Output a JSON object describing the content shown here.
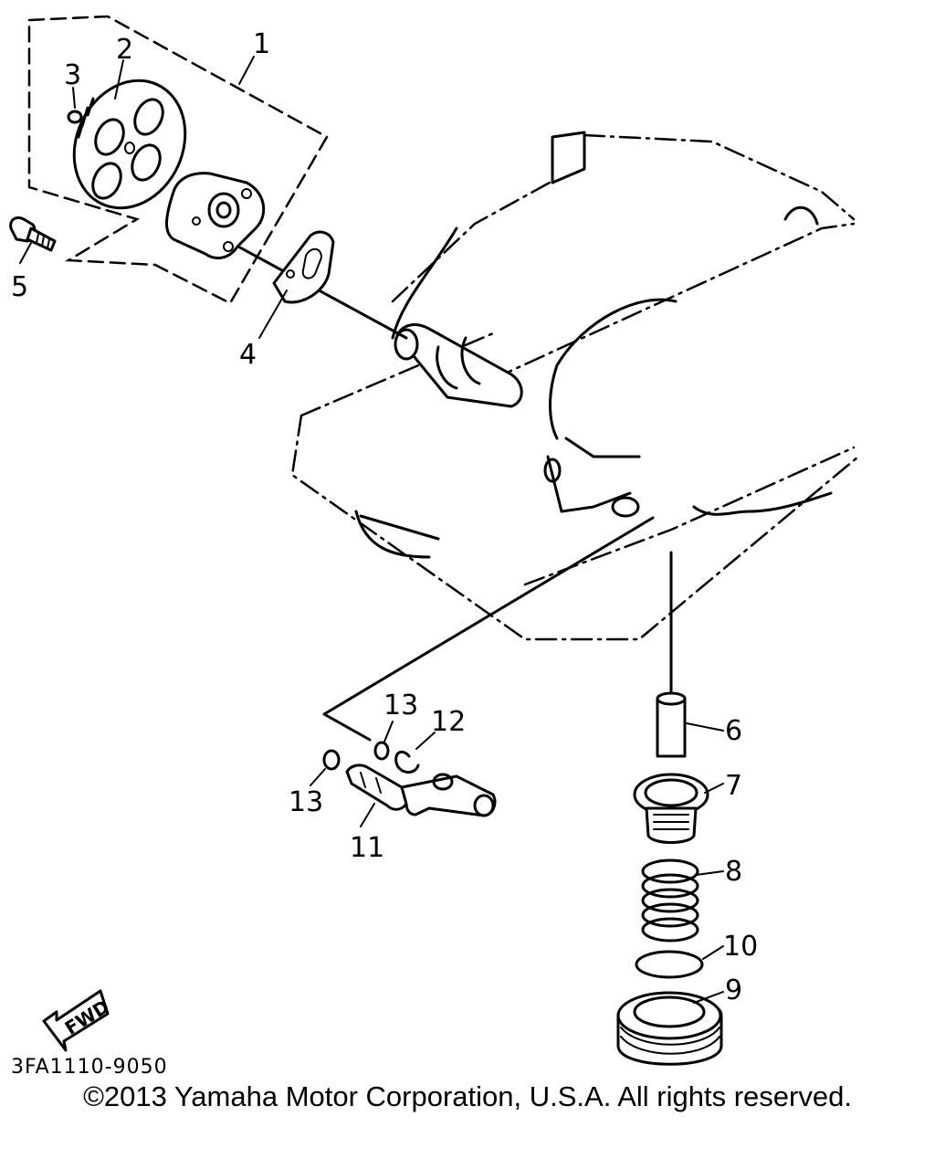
{
  "diagram": {
    "callouts": [
      {
        "id": "1",
        "label": "1"
      },
      {
        "id": "2",
        "label": "2"
      },
      {
        "id": "3",
        "label": "3"
      },
      {
        "id": "4",
        "label": "4"
      },
      {
        "id": "5",
        "label": "5"
      },
      {
        "id": "6",
        "label": "6"
      },
      {
        "id": "7",
        "label": "7"
      },
      {
        "id": "8",
        "label": "8"
      },
      {
        "id": "9",
        "label": "9"
      },
      {
        "id": "10",
        "label": "10"
      },
      {
        "id": "11",
        "label": "11"
      },
      {
        "id": "12",
        "label": "12"
      },
      {
        "id": "13a",
        "label": "13"
      },
      {
        "id": "13b",
        "label": "13"
      }
    ],
    "fwd_label": "FWD",
    "drawing_code": "3FA1110-9050"
  },
  "footer": {
    "copyright": "©2013 Yamaha Motor Corporation, U.S.A. All rights reserved."
  }
}
